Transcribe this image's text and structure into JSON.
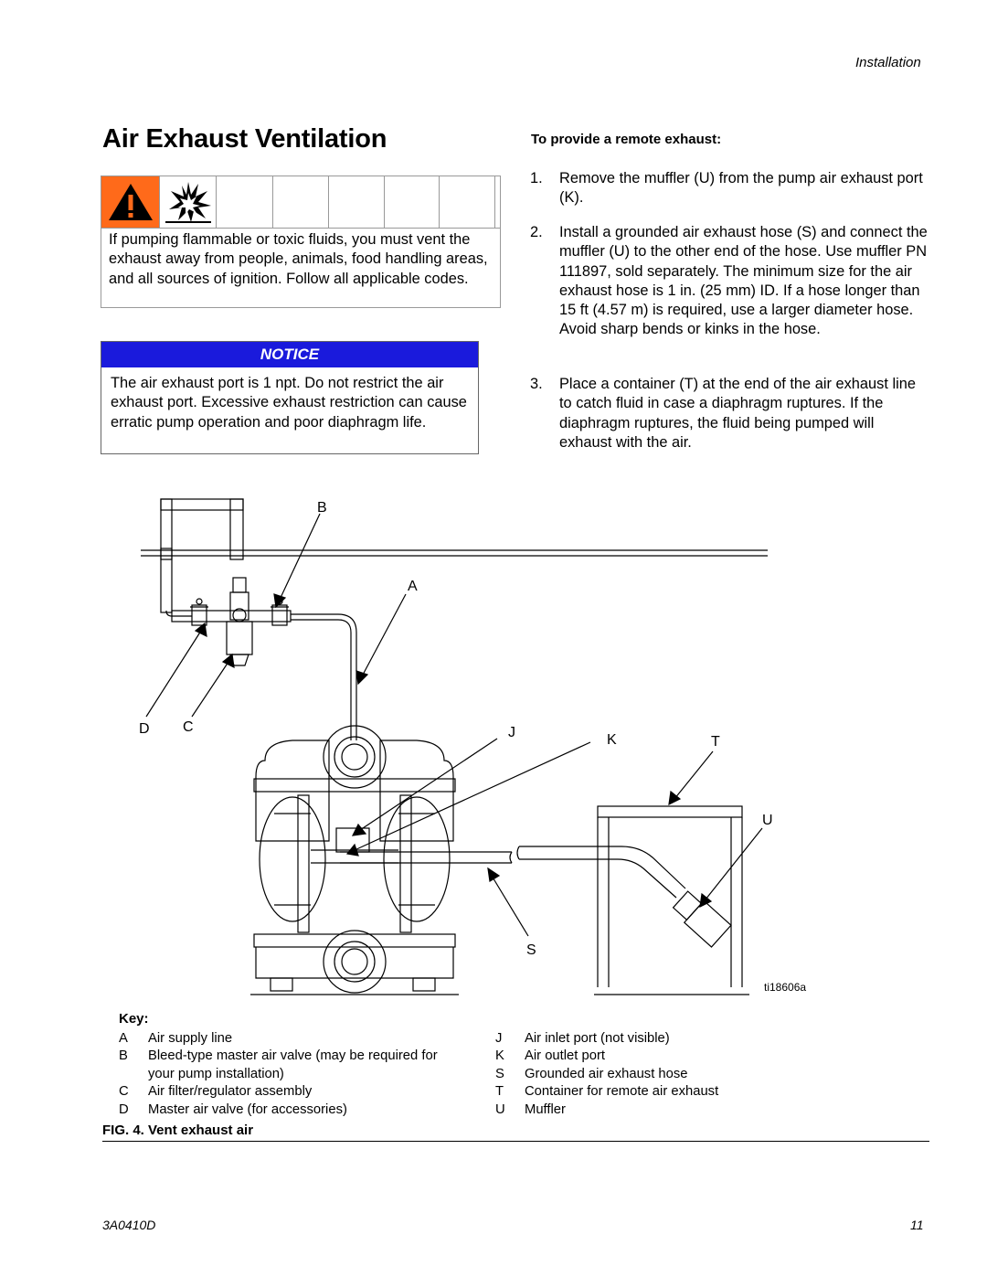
{
  "header": {
    "section": "Installation"
  },
  "title": "Air Exhaust Ventilation",
  "warning": {
    "icons": [
      "warning-triangle-icon",
      "explosion-icon"
    ],
    "text": "If pumping flammable or toxic fluids, you must vent the exhaust away from people, animals, food handling areas, and all sources of ignition. Follow all applicable codes."
  },
  "notice": {
    "label": "NOTICE",
    "text": "The air exhaust port is 1 npt. Do not restrict the air exhaust port. Excessive exhaust restriction can cause erratic pump operation and poor diaphragm life."
  },
  "remote_exhaust": {
    "heading": "To provide a remote exhaust:",
    "steps": [
      {
        "num": "1.",
        "text": "Remove the muffler (U) from the pump air exhaust port (K)."
      },
      {
        "num": "2.",
        "text": "Install a grounded air exhaust hose (S) and connect the muffler (U) to the other end of the hose. Use muffler PN 111897, sold separately. The minimum size for the air exhaust hose is 1 in. (25 mm) ID. If a hose longer than 15 ft (4.57 m) is required, use a larger diameter hose. Avoid sharp bends or kinks in the hose."
      },
      {
        "num": "3.",
        "text": "Place a container (T) at the end of the air exhaust line to catch fluid in case a diaphragm ruptures. If the diaphragm ruptures, the fluid being pumped will exhaust with the air."
      }
    ]
  },
  "figure": {
    "callouts": {
      "A": "A",
      "B": "B",
      "C": "C",
      "D": "D",
      "J": "J",
      "K": "K",
      "S": "S",
      "T": "T",
      "U": "U"
    },
    "ref": "ti18606a"
  },
  "key": {
    "title": "Key:",
    "left": [
      {
        "letter": "A",
        "desc": "Air supply line"
      },
      {
        "letter": "B",
        "desc": "Bleed-type master air valve (may be required for"
      },
      {
        "letter": "",
        "desc": "your pump installation)"
      },
      {
        "letter": "C",
        "desc": "Air filter/regulator assembly"
      },
      {
        "letter": "D",
        "desc": "Master air valve (for accessories)"
      }
    ],
    "right": [
      {
        "letter": "J",
        "desc": "Air inlet port (not visible)"
      },
      {
        "letter": "K",
        "desc": "Air outlet port"
      },
      {
        "letter": "S",
        "desc": "Grounded air exhaust hose"
      },
      {
        "letter": "T",
        "desc": "Container for remote air exhaust"
      },
      {
        "letter": "U",
        "desc": "Muffler"
      }
    ]
  },
  "caption": "FIG. 4. Vent exhaust air",
  "footer": {
    "doc_number": "3A0410D",
    "page": "11"
  }
}
